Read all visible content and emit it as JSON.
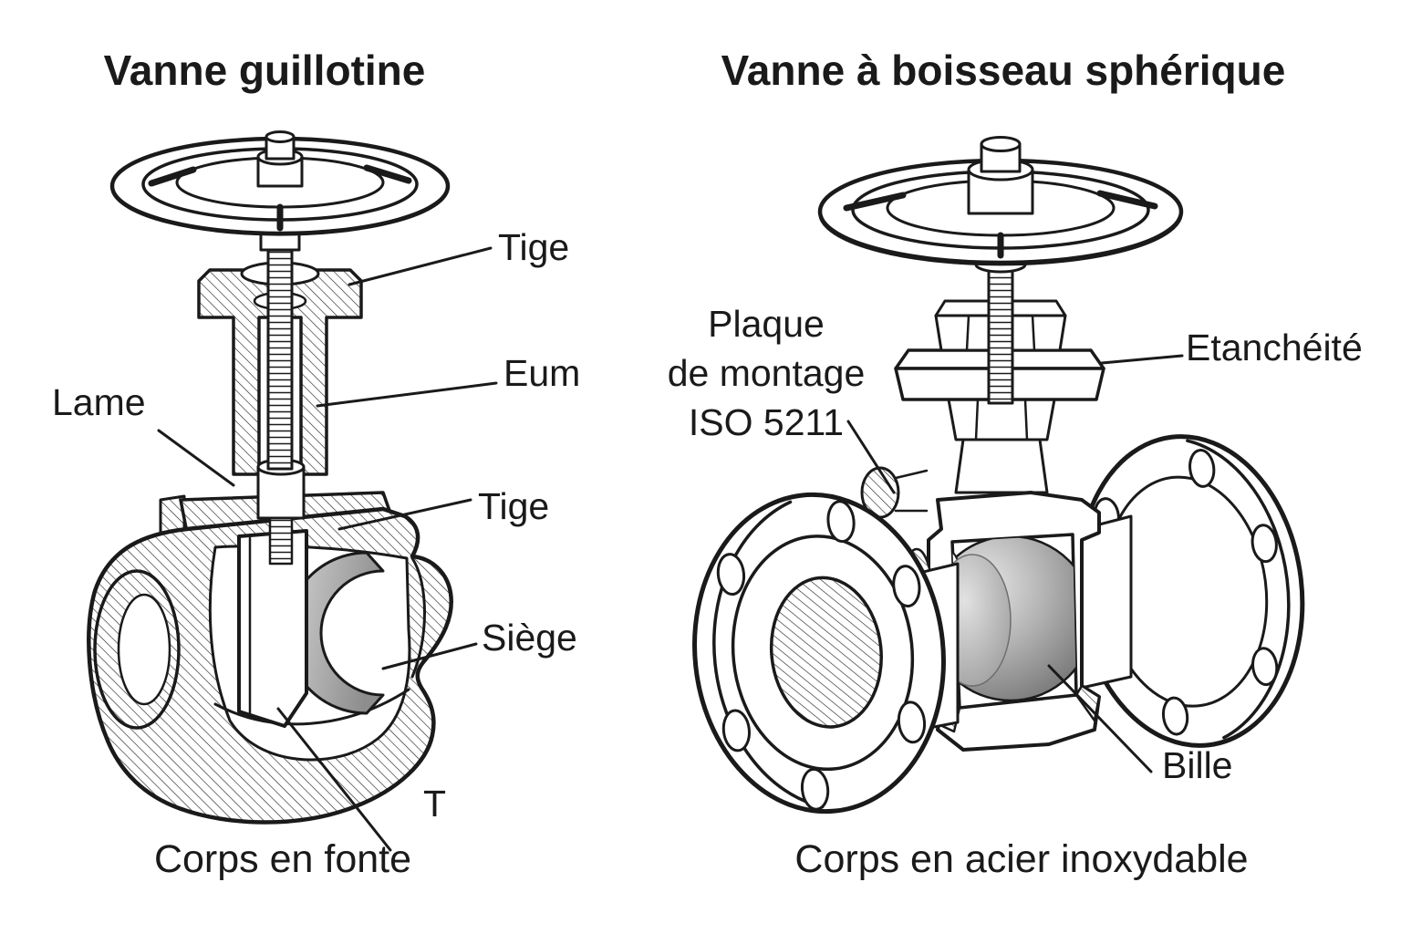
{
  "colors": {
    "ink": "#1a1a1a",
    "background": "#ffffff",
    "ball_gray_dark": "#787878",
    "ball_gray_mid": "#b4b4b4",
    "ball_gray_light": "#e8e8e8"
  },
  "left_valve": {
    "title": "Vanne guillotine",
    "labels": {
      "stem_top": "Tige",
      "nut": "Eum",
      "blade": "Lame",
      "stem_mid": "Tige",
      "seat": "Siège",
      "stray": "T",
      "body_caption": "Corps en fonte"
    }
  },
  "right_valve": {
    "title": "Vanne à boisseau sphérique",
    "labels": {
      "mounting_plate_line1": "Plaque",
      "mounting_plate_line2": "de montage",
      "mounting_plate_line3": "ISO 5211",
      "sealing": "Etanchéité",
      "ball": "Bille",
      "body_caption": "Corps en acier inoxydable"
    }
  }
}
